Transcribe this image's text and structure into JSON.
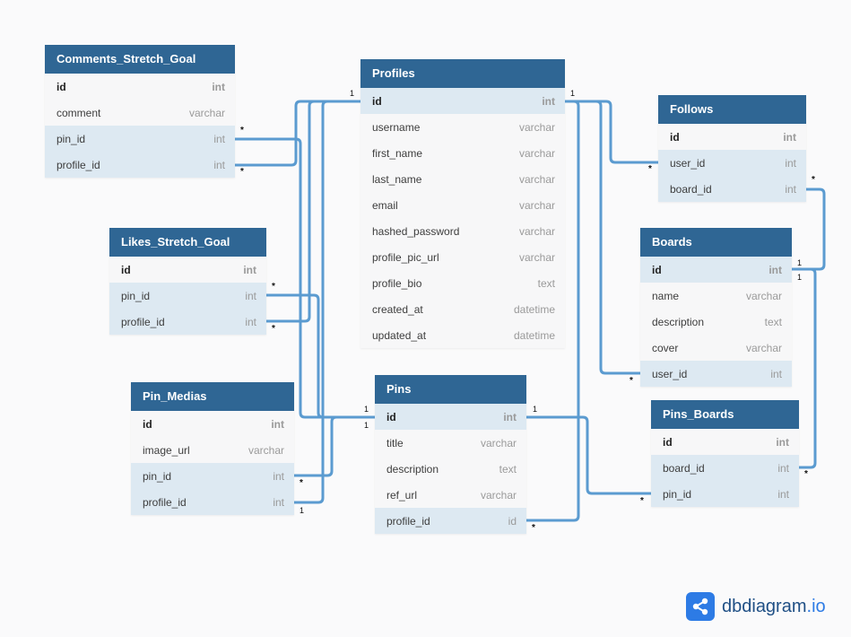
{
  "tables": {
    "comments": {
      "title": "Comments_Stretch_Goal",
      "fields": [
        {
          "name": "id",
          "type": "int",
          "pk": true
        },
        {
          "name": "comment",
          "type": "varchar"
        },
        {
          "name": "pin_id",
          "type": "int",
          "hl": true
        },
        {
          "name": "profile_id",
          "type": "int",
          "hl": true
        }
      ]
    },
    "profiles": {
      "title": "Profiles",
      "fields": [
        {
          "name": "id",
          "type": "int",
          "pk": true,
          "hl": true
        },
        {
          "name": "username",
          "type": "varchar"
        },
        {
          "name": "first_name",
          "type": "varchar"
        },
        {
          "name": "last_name",
          "type": "varchar"
        },
        {
          "name": "email",
          "type": "varchar"
        },
        {
          "name": "hashed_password",
          "type": "varchar"
        },
        {
          "name": "profile_pic_url",
          "type": "varchar"
        },
        {
          "name": "profile_bio",
          "type": "text"
        },
        {
          "name": "created_at",
          "type": "datetime"
        },
        {
          "name": "updated_at",
          "type": "datetime"
        }
      ]
    },
    "follows": {
      "title": "Follows",
      "fields": [
        {
          "name": "id",
          "type": "int",
          "pk": true
        },
        {
          "name": "user_id",
          "type": "int",
          "hl": true
        },
        {
          "name": "board_id",
          "type": "int",
          "hl": true
        }
      ]
    },
    "likes": {
      "title": "Likes_Stretch_Goal",
      "fields": [
        {
          "name": "id",
          "type": "int",
          "pk": true
        },
        {
          "name": "pin_id",
          "type": "int",
          "hl": true
        },
        {
          "name": "profile_id",
          "type": "int",
          "hl": true
        }
      ]
    },
    "boards": {
      "title": "Boards",
      "fields": [
        {
          "name": "id",
          "type": "int",
          "pk": true,
          "hl": true
        },
        {
          "name": "name",
          "type": "varchar"
        },
        {
          "name": "description",
          "type": "text"
        },
        {
          "name": "cover",
          "type": "varchar"
        },
        {
          "name": "user_id",
          "type": "int",
          "hl": true
        }
      ]
    },
    "pin_medias": {
      "title": "Pin_Medias",
      "fields": [
        {
          "name": "id",
          "type": "int",
          "pk": true
        },
        {
          "name": "image_url",
          "type": "varchar"
        },
        {
          "name": "pin_id",
          "type": "int",
          "hl": true
        },
        {
          "name": "profile_id",
          "type": "int",
          "hl": true
        }
      ]
    },
    "pins": {
      "title": "Pins",
      "fields": [
        {
          "name": "id",
          "type": "int",
          "pk": true,
          "hl": true
        },
        {
          "name": "title",
          "type": "varchar"
        },
        {
          "name": "description",
          "type": "text"
        },
        {
          "name": "ref_url",
          "type": "varchar"
        },
        {
          "name": "profile_id",
          "type": "id",
          "hl": true
        }
      ]
    },
    "pins_boards": {
      "title": "Pins_Boards",
      "fields": [
        {
          "name": "id",
          "type": "int",
          "pk": true
        },
        {
          "name": "board_id",
          "type": "int",
          "hl": true
        },
        {
          "name": "pin_id",
          "type": "int",
          "hl": true
        }
      ]
    }
  },
  "cardinality": {
    "one": "1",
    "many": "*"
  },
  "relation_color": "#5b9bd0",
  "header_color": "#2f6694",
  "brand": {
    "name": "dbdiagram",
    "suffix": ".io",
    "logo": "share-icon"
  }
}
